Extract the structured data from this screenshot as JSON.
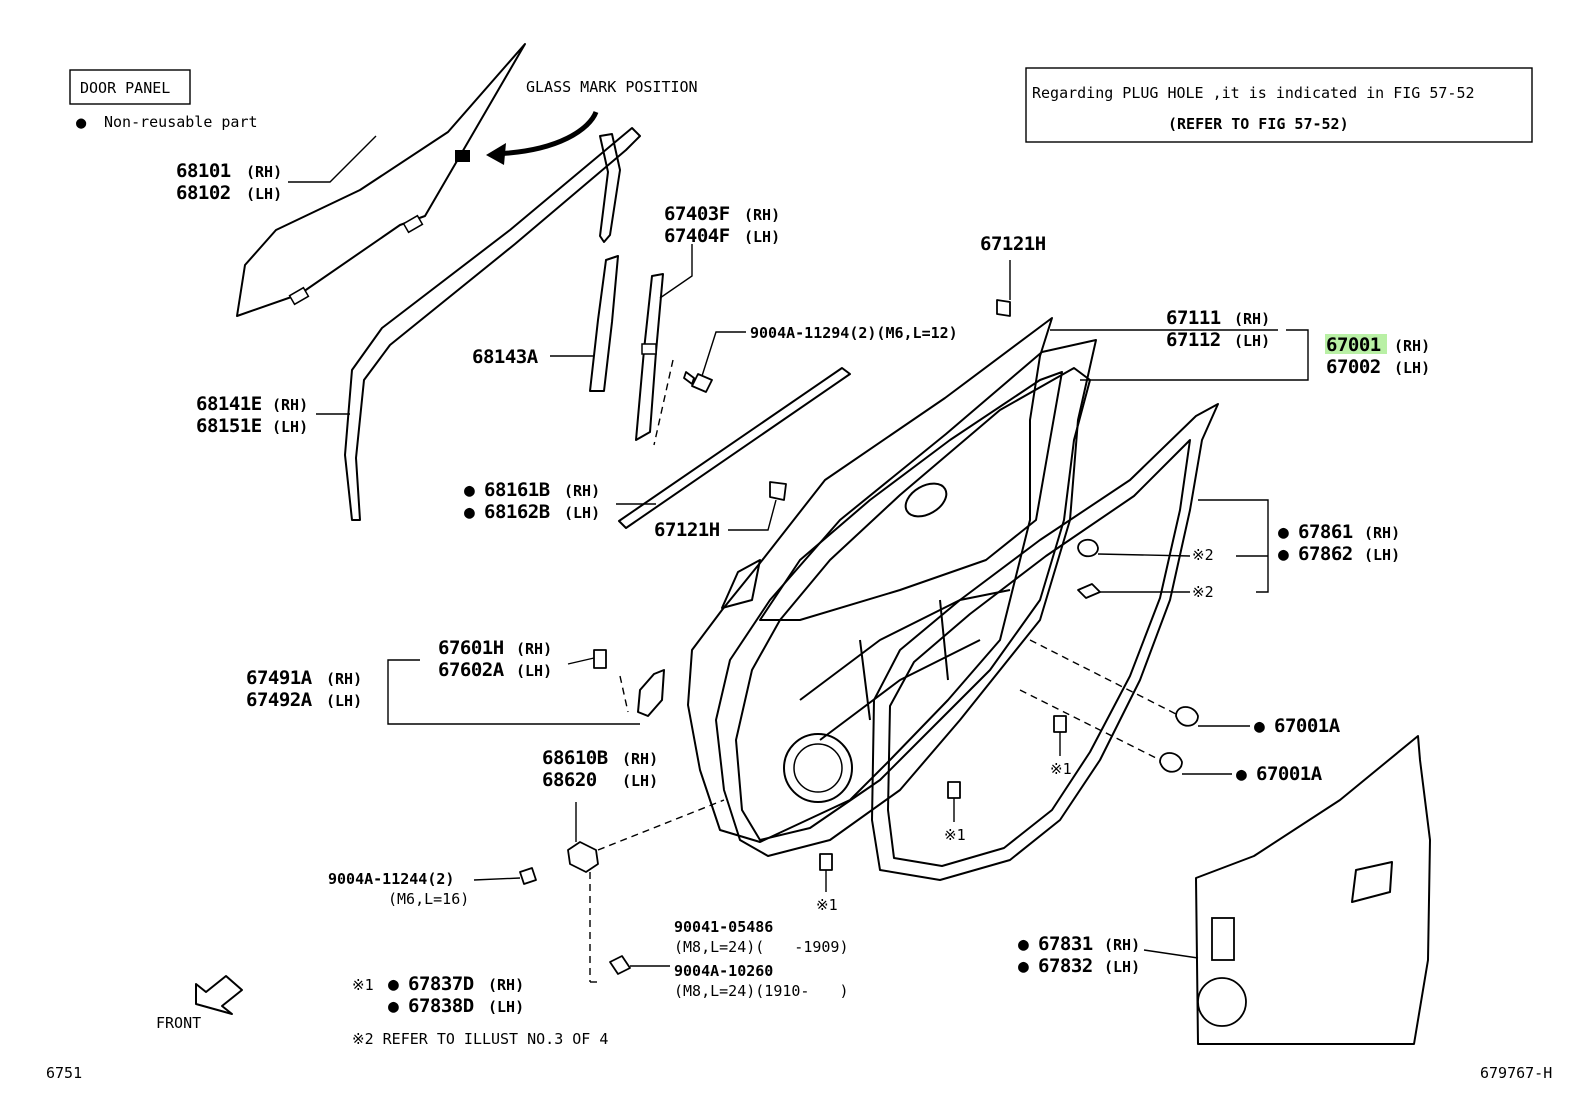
{
  "header": {
    "section_label": "DOOR PANEL",
    "legend_symbol": "●",
    "legend_text": "Non-reusable part",
    "glass_mark_label": "GLASS MARK POSITION"
  },
  "note": {
    "line1": "Regarding PLUG HOLE ,it is indicated in FIG 57-52",
    "line2": "(REFER TO FIG 57-52)"
  },
  "colors": {
    "highlight": "#b9f0a5",
    "ink": "#000000",
    "paper": "#ffffff"
  },
  "parts": {
    "p68101": "68101",
    "p68101_side": "(RH)",
    "p68102": "68102",
    "p68102_side": "(LH)",
    "p67403f": "67403F",
    "p67403f_side": "(RH)",
    "p67404f": "67404F",
    "p67404f_side": "(LH)",
    "p67121h_top": "67121H",
    "p9004a_11294": "9004A-11294(2)(M6,L=12)",
    "p68143a": "68143A",
    "p68141e": "68141E",
    "p68141e_side": "(RH)",
    "p68151e": "68151E",
    "p68151e_side": "(LH)",
    "p67111": "67111",
    "p67111_side": "(RH)",
    "p67112": "67112",
    "p67112_side": "(LH)",
    "p67001": "67001",
    "p67001_side": "(RH)",
    "p67002": "67002",
    "p67002_side": "(LH)",
    "p68161b": "68161B",
    "p68161b_side": "(RH)",
    "p68162b": "68162B",
    "p68162b_side": "(LH)",
    "p67121h_mid": "67121H",
    "p67861": "67861",
    "p67861_side": "(RH)",
    "p67862": "67862",
    "p67862_side": "(LH)",
    "ref2_a": "※2",
    "ref2_b": "※2",
    "p67601h": "67601H",
    "p67601h_side": "(RH)",
    "p67602a": "67602A",
    "p67602a_side": "(LH)",
    "p67491a": "67491A",
    "p67491a_side": "(RH)",
    "p67492a": "67492A",
    "p67492a_side": "(LH)",
    "p67001a_1": "67001A",
    "p67001a_2": "67001A",
    "ref1_a": "※1",
    "ref1_b": "※1",
    "ref1_c": "※1",
    "p68610b": "68610B",
    "p68610b_side": "(RH)",
    "p68620": "68620",
    "p68620_side": "(LH)",
    "p9004a_11244": "9004A-11244(2)",
    "p9004a_11244_spec": "(M6,L=16)",
    "p90041_05486": "90041-05486",
    "p90041_05486_spec": "(M8,L=24)(　　-1909)",
    "p9004a_10260": "9004A-10260",
    "p9004a_10260_spec": "(M8,L=24)(1910-　　)",
    "p67831": "67831",
    "p67831_side": "(RH)",
    "p67832": "67832",
    "p67832_side": "(LH)",
    "p67837d": "67837D",
    "p67837d_side": "(RH)",
    "p67838d": "67838D",
    "p67838d_side": "(LH)"
  },
  "footnotes": {
    "ref1_symbol": "※1",
    "ref2_text": "※2 REFER TO ILLUST NO.3 OF 4"
  },
  "front_label": "FRONT",
  "codes": {
    "left": "6751",
    "right": "679767-H"
  }
}
